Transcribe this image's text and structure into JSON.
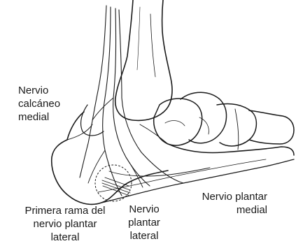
{
  "labels": {
    "calcaneal_medial": [
      "Nervio",
      "calcáneo",
      "medial"
    ],
    "first_branch": [
      "Primera rama del",
      "nervio plantar",
      "lateral"
    ],
    "plantar_lateral": [
      "Nervio",
      "plantar",
      "lateral"
    ],
    "plantar_medial": [
      "Nervio plantar",
      "medial"
    ]
  }
}
